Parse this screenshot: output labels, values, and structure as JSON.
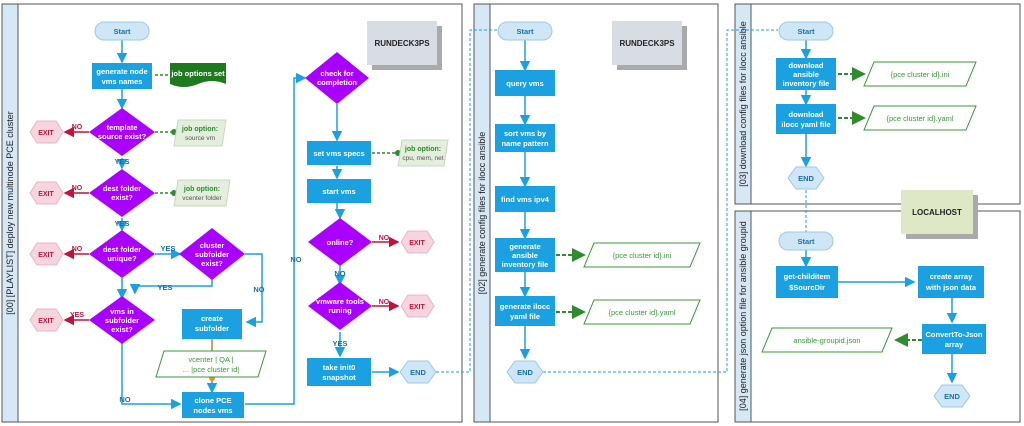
{
  "lanes": {
    "l00": "[00] [PLAYLIST] deploy new multinode PCE cluster",
    "l02": "[02] generate config files for ilocc ansible",
    "l03": "[03] download config files for ilocc ansible",
    "l04": "[04] generate json option file for ansible groupid"
  },
  "servers": {
    "rd1": "RUNDECK3PS",
    "rd2": "RUNDECK3PS",
    "lh": "LOCALHOST"
  },
  "flow00": {
    "start": "Start",
    "gen_names": [
      "generate node",
      "vms names"
    ],
    "job_options_set": "job options set",
    "template_exist": [
      "template",
      "source exist?"
    ],
    "opt_source_vm": [
      "job option:",
      "source vm"
    ],
    "dest_folder_exist": [
      "dest folder",
      "exist?"
    ],
    "opt_vcenter_folder": [
      "job option:",
      "vcenter folder"
    ],
    "dest_folder_unique": [
      "dest folder",
      "unique?"
    ],
    "cluster_subfolder": [
      "cluster",
      "subfolder",
      "exist?"
    ],
    "vms_in_subfolder": [
      "vms in",
      "subfolder",
      "exist?"
    ],
    "create_subfolder": [
      "create",
      "subfolder"
    ],
    "vcenter_path": [
      "vcenter | QA |",
      "... |pce cluster id|"
    ],
    "clone_pce": [
      "clone PCE",
      "nodes vms"
    ],
    "check_completion": [
      "check for",
      "completion"
    ],
    "set_specs": "set vms specs",
    "opt_specs": [
      "job option:",
      "cpu, mem, net"
    ],
    "start_vms": "start vms",
    "online": "online?",
    "vmware_tools": [
      "vmware tools",
      "runing"
    ],
    "take_snapshot": [
      "take init0",
      "snapshot"
    ],
    "end": "END",
    "exit": "EXIT",
    "no": "NO",
    "yes": "YES"
  },
  "flow02": {
    "start": "Start",
    "query": "query vms",
    "sort": [
      "sort vms by",
      "name pattern"
    ],
    "find_ip": "find vms ipv4",
    "gen_inventory": [
      "generate",
      "ansible",
      "inventory file"
    ],
    "gen_yaml": [
      "generate ilocc",
      "yaml file"
    ],
    "ini_file": "{pce cluster id}.ini",
    "yaml_file": "{pce cluster id}.yaml",
    "end": "END"
  },
  "flow03": {
    "start": "Start",
    "dl_inventory": [
      "download",
      "ansible",
      "inventory file"
    ],
    "dl_yaml": [
      "download",
      "ilocc yaml file"
    ],
    "ini_file": "{pce cluster id}.ini",
    "yaml_file": "{pce cluster id}.yaml",
    "end": "END"
  },
  "flow04": {
    "start": "Start",
    "get_child": [
      "get-childitem",
      "$SourcDir"
    ],
    "create_array": [
      "create array",
      "with json data"
    ],
    "convert": [
      "ConvertTo-Json",
      "array"
    ],
    "json_file": "ansible-groupid.json",
    "end": "END"
  },
  "colors": {
    "process": "#1ba1e2",
    "decision": "#aa00ff",
    "exit": "#f8d4de",
    "terminal": "#cfe6f7",
    "data_green": "#2e8b2e"
  }
}
